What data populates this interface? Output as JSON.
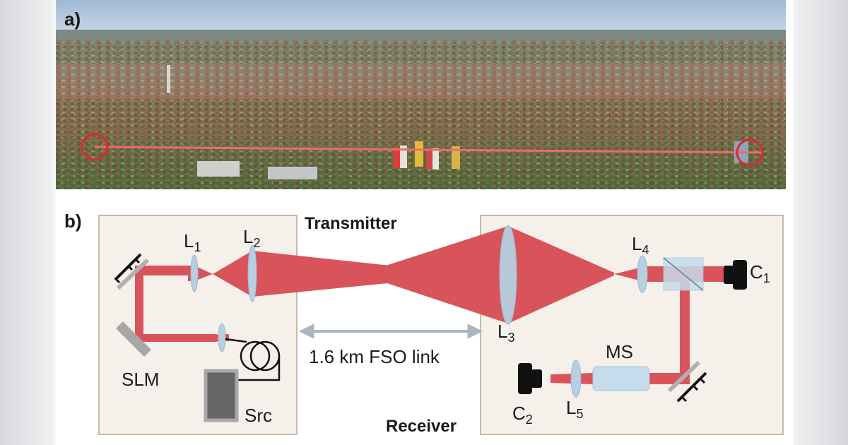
{
  "panel_a": {
    "label": "a)"
  },
  "panel_b": {
    "label": "b)",
    "transmitter_label": "Transmitter",
    "receiver_label": "Receiver",
    "link_label": "1.6 km FSO link",
    "components": {
      "l1": "L",
      "l1_sub": "1",
      "l2": "L",
      "l2_sub": "2",
      "l3": "L",
      "l3_sub": "3",
      "l4": "L",
      "l4_sub": "4",
      "l5": "L",
      "l5_sub": "5",
      "c1": "C",
      "c1_sub": "1",
      "c2": "C",
      "c2_sub": "2",
      "slm": "SLM",
      "src": "Src",
      "ms": "MS"
    }
  },
  "colors": {
    "beam": "#d9545a",
    "lens": "#b7cfe0",
    "box_bg": "#f5f1ea",
    "box_border": "#cbb9a6",
    "arrow": "#a9b6c1",
    "link_marker": "#e0262e"
  }
}
